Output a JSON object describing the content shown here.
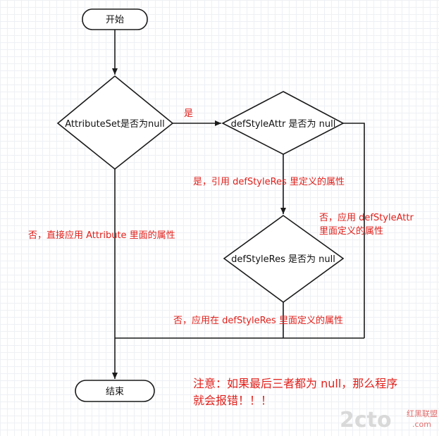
{
  "nodes": {
    "start": "开始",
    "check_attrset": "AttributeSet是否为null",
    "check_defstyleattr": "defStyleAttr 是否为 null",
    "check_defstyleres": "defStyleRes 是否为 null",
    "end": "结束"
  },
  "edge_labels": {
    "yes": "是",
    "yes_use_defstyleres": "是，引用 defStyleRes 里定义的属性",
    "no_use_defstyleattr_line1": "否，应用 defStyleAttr",
    "no_use_defstyleattr_line2": "里面定义的属性",
    "no_use_attribute": "否，直接应用 Attribute 里面的属性",
    "no_use_defstyleres": "否，应用在 defStyleRes 里面定义的属性"
  },
  "note": {
    "line1": "注意：如果最后三者都为 null，那么程序",
    "line2": "就会报错！！！"
  },
  "watermark": {
    "brand": "2cto",
    "tld": ".com",
    "sub": "红黑联盟"
  },
  "colors": {
    "line": "#1a1a1a",
    "annotation": "#e0201b"
  }
}
